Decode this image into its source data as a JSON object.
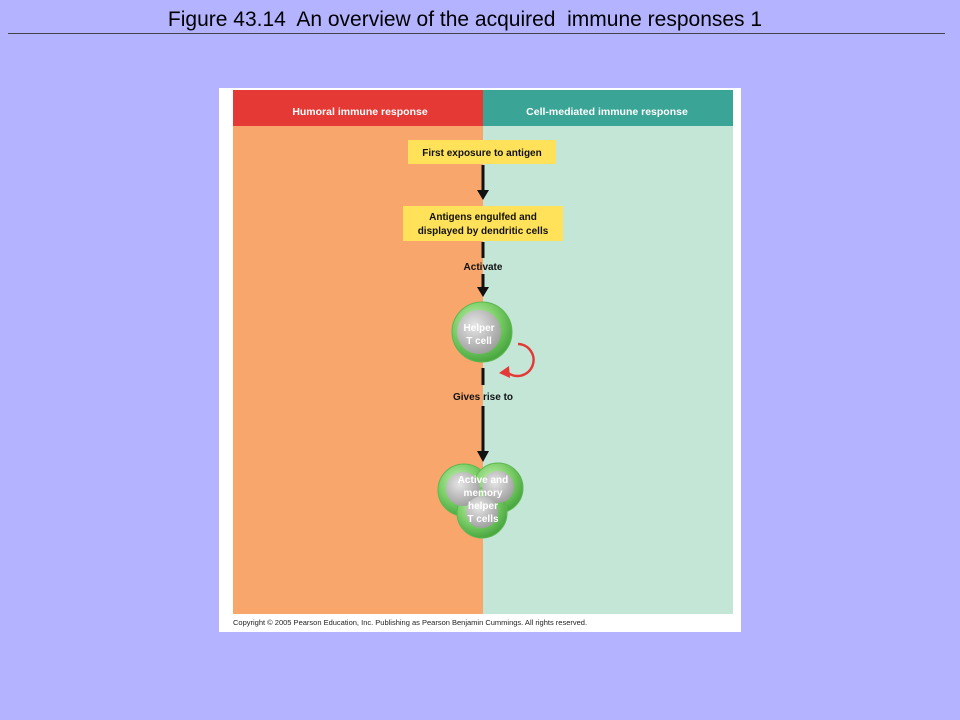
{
  "slide": {
    "title": "Figure 43.14  An overview of the acquired  immune responses 1"
  },
  "figure": {
    "columns": {
      "humoral": {
        "label": "Humoral immune response",
        "header_color": "#e53935",
        "body_color": "#f9a66c"
      },
      "cell_mediated": {
        "label": "Cell-mediated immune response",
        "header_color": "#3aa596",
        "body_color": "#c3e6d7"
      }
    },
    "steps": {
      "first_exposure": "First exposure to antigen",
      "engulfed_line1": "Antigens engulfed and",
      "engulfed_line2": "displayed by dendritic cells",
      "activate": "Activate",
      "gives_rise": "Gives rise to"
    },
    "cells": {
      "helper_line1": "Helper",
      "helper_line2": "T cell",
      "memory_line1": "Active and",
      "memory_line2": "memory",
      "memory_line3": "helper",
      "memory_line4": "T cells"
    },
    "box_color": "#ffe259",
    "cell_color": "#7fd06b",
    "nucleus_color": "#b8b8b8",
    "cycle_arrow_color": "#e53935",
    "copyright": "Copyright © 2005 Pearson Education, Inc. Publishing as Pearson Benjamin Cummings. All rights reserved."
  }
}
